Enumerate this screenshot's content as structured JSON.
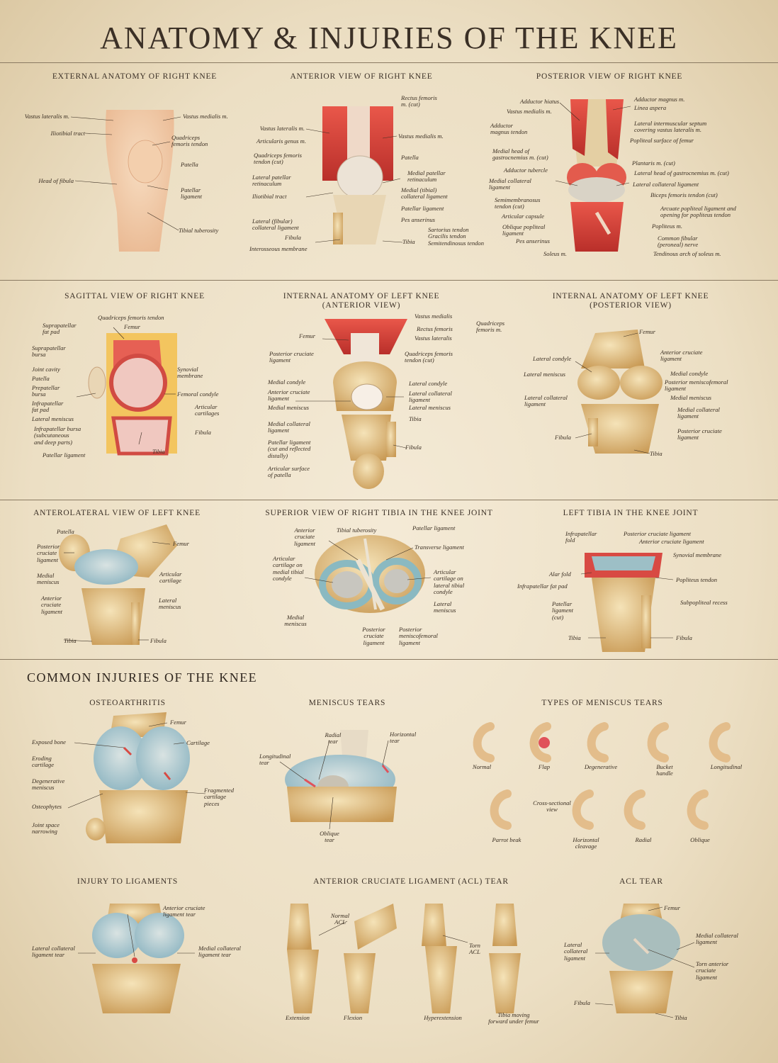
{
  "title": "ANATOMY & INJURIES OF THE KNEE",
  "sections": {
    "external": "EXTERNAL ANATOMY OF RIGHT KNEE",
    "anterior": "ANTERIOR VIEW OF RIGHT KNEE",
    "posterior": "POSTERIOR VIEW OF RIGHT KNEE",
    "sagittal": "SAGITTAL VIEW OF RIGHT KNEE",
    "internal_ant": "INTERNAL ANATOMY OF LEFT KNEE\n(ANTERIOR VIEW)",
    "internal_post": "INTERNAL ANATOMY OF LEFT KNEE\n(POSTERIOR VIEW)",
    "anterolateral": "ANTEROLATERAL VIEW OF LEFT KNEE",
    "superior": "SUPERIOR VIEW OF RIGHT TIBIA IN THE KNEE JOINT",
    "left_tibia": "LEFT TIBIA IN THE KNEE JOINT",
    "injuries": "COMMON INJURIES OF THE KNEE",
    "osteo": "OSTEOARTHRITIS",
    "meniscus": "MENISCUS TEARS",
    "types": "TYPES OF MENISCUS TEARS",
    "ligaments": "INJURY TO LIGAMENTS",
    "acl": "ANTERIOR CRUCIATE LIGAMENT (ACL) TEAR",
    "acl2": "ACL TEAR"
  },
  "labels": {
    "ext": [
      "Vastus lateralis m.",
      "Vastus medialis m.",
      "Iliotibial tract",
      "Quadriceps\nfemoris tendon",
      "Patella",
      "Head of fibula",
      "Patellar\nligament",
      "Tibial tuberosity"
    ],
    "ant": [
      "Rectus femoris\nm. (cut)",
      "Vastus lateralis m.",
      "Vastus medialis m.",
      "Articularis genus m.",
      "Quadriceps femoris\ntendon (cut)",
      "Patella",
      "Lateral patellar\nretinaculum",
      "Medial patellar\nretinaculum",
      "Iliotibial tract",
      "Medial (tibial)\ncollateral ligament",
      "Patellar ligament",
      "Pes anserinus",
      "Lateral (fibular)\ncollateral ligament",
      "Sartorius tendon\nGracilis tendon\nSemitendinosus tendon",
      "Fibula",
      "Tibia",
      "Interosseous membrane"
    ],
    "post": [
      "Adductor hiatus",
      "Adductor magnus m.",
      "Vastus medialis m.",
      "Linea aspera",
      "Adductor\nmagnus tendon",
      "Lateral intermuscular septum\ncovering vastus lateralis m.",
      "Popliteal surface of femur",
      "Medial head of\ngastrocnemius m. (cut)",
      "Plantaris m. (cut)",
      "Adductor tubercle",
      "Lateral head of gastrocnemius m. (cut)",
      "Medial collateral\nligament",
      "Lateral  collateral ligament",
      "Biceps femoris tendon (cut)",
      "Semimembranosus\ntendon (cut)",
      "Arcuate popliteal ligament and\nopening for popliteus tendon",
      "Articular capsule",
      "Oblique popliteal\nligament",
      "Popliteus m.",
      "Pes anserinus",
      "Common fibular\n(peroneal) nerve",
      "Soleus m.",
      "Tendinous arch of soleus m."
    ],
    "sag": [
      "Quadriceps femoris tendon",
      "Suprapatellar\nfat pad",
      "Femur",
      "Suprapatellar\nbursa",
      "Joint cavity",
      "Synovial\nmembrane",
      "Patella",
      "Prepatellar\nbursa",
      "Femoral condyle",
      "Infrapatellar\nfat pad",
      "Articular\ncartilages",
      "Lateral meniscus",
      "Infrapatellar bursa\n(subcutaneous\nand deep parts)",
      "Fibula",
      "Patellar ligament",
      "Tibia"
    ],
    "ia": [
      "Vastus medialis",
      "Rectus femoris",
      "Vastus lateralis",
      "Quadriceps\nfemoris m.",
      "Femur",
      "Posterior cruciate\nligament",
      "Quadriceps femoris\ntendon (cut)",
      "Medial condyle",
      "Lateral condyle",
      "Anterior cruciate\nligament",
      "Lateral collateral\nligament",
      "Medial meniscus",
      "Lateral meniscus",
      "Tibia",
      "Medial collateral\nligament",
      "Fibula",
      "Patellar ligament\n(cut and reflected\ndistally)",
      "Articular surface\nof patella"
    ],
    "ip": [
      "Femur",
      "Lateral condyle",
      "Anterior cruciate\nligament",
      "Lateral meniscus",
      "Medial condyle",
      "Posterior meniscofemoral\nligament",
      "Lateral collateral\nligament",
      "Medial meniscus",
      "Medial collateral\nligament",
      "Posterior cruciate\nligament",
      "Fibula",
      "Tibia"
    ],
    "al": [
      "Patella",
      "Femur",
      "Posterior\ncruciate\nligament",
      "Medial\nmeniscus",
      "Articular\ncartilage",
      "Anterior\ncruciate\nligament",
      "Lateral\nmeniscus",
      "Tibia",
      "Fibula"
    ],
    "sup": [
      "Tibial tuberosity",
      "Patellar ligament",
      "Anterior\ncruciate\nligament",
      "Transverse ligament",
      "Articular\ncartilage on\nmedial tibial\ncondyle",
      "Articular\ncartilage on\nlateral tibial\ncondyle",
      "Lateral\nmeniscus",
      "Medial\nmeniscus",
      "Posterior\ncruciate\nligament",
      "Posterior\nmeniscofemoral\nligament"
    ],
    "lt": [
      "Posterior cruciate ligament",
      "Infrapatellar\nfold",
      "Anterior cruciate ligament",
      "Synovial membrane",
      "Alar fold",
      "Popliteus tendon",
      "Infrapatellar fat pad",
      "Patellar\nligament\n(cut)",
      "Subpopliteal recess",
      "Tibia",
      "Fibula"
    ],
    "oa": [
      "Femur",
      "Exposed bone",
      "Cartilage",
      "Eroding\ncartilage",
      "Degenerative\nmeniscus",
      "Fragmented\ncartilage\npieces",
      "Osteophytes",
      "Joint space\nnarrowing"
    ],
    "mt": [
      "Radial\ntear",
      "Horizontal\ntear",
      "Longitudinal\ntear",
      "Oblique\ntear"
    ],
    "types": [
      "Normal",
      "Flap",
      "Degenerative",
      "Bucket\nhandle",
      "Longitudinal",
      "Cross-sectional\nview",
      "Parrot beak",
      "Horizontal\ncleavage",
      "Radial",
      "Oblique"
    ],
    "lig": [
      "Anterior cruciate\nligament tear",
      "Lateral collateral\nligament tear",
      "Medial collateral\nligament tear"
    ],
    "acl": [
      "Normal\nACL",
      "Torn\nACL",
      "Extension",
      "Flexion",
      "Hyperextension",
      "Tibia moving\nforward under femur"
    ],
    "acl2": [
      "Femur",
      "Medial collateral\nligament",
      "Lateral\ncollateral\nligament",
      "Torn anterior\ncruciate\nligament",
      "Fibula",
      "Tibia"
    ]
  },
  "colors": {
    "paper": "#efe3cb",
    "bone": "#e2c48e",
    "muscle": "#d9453d",
    "cartilage": "#a9c7d2",
    "text": "#3a2e22"
  }
}
